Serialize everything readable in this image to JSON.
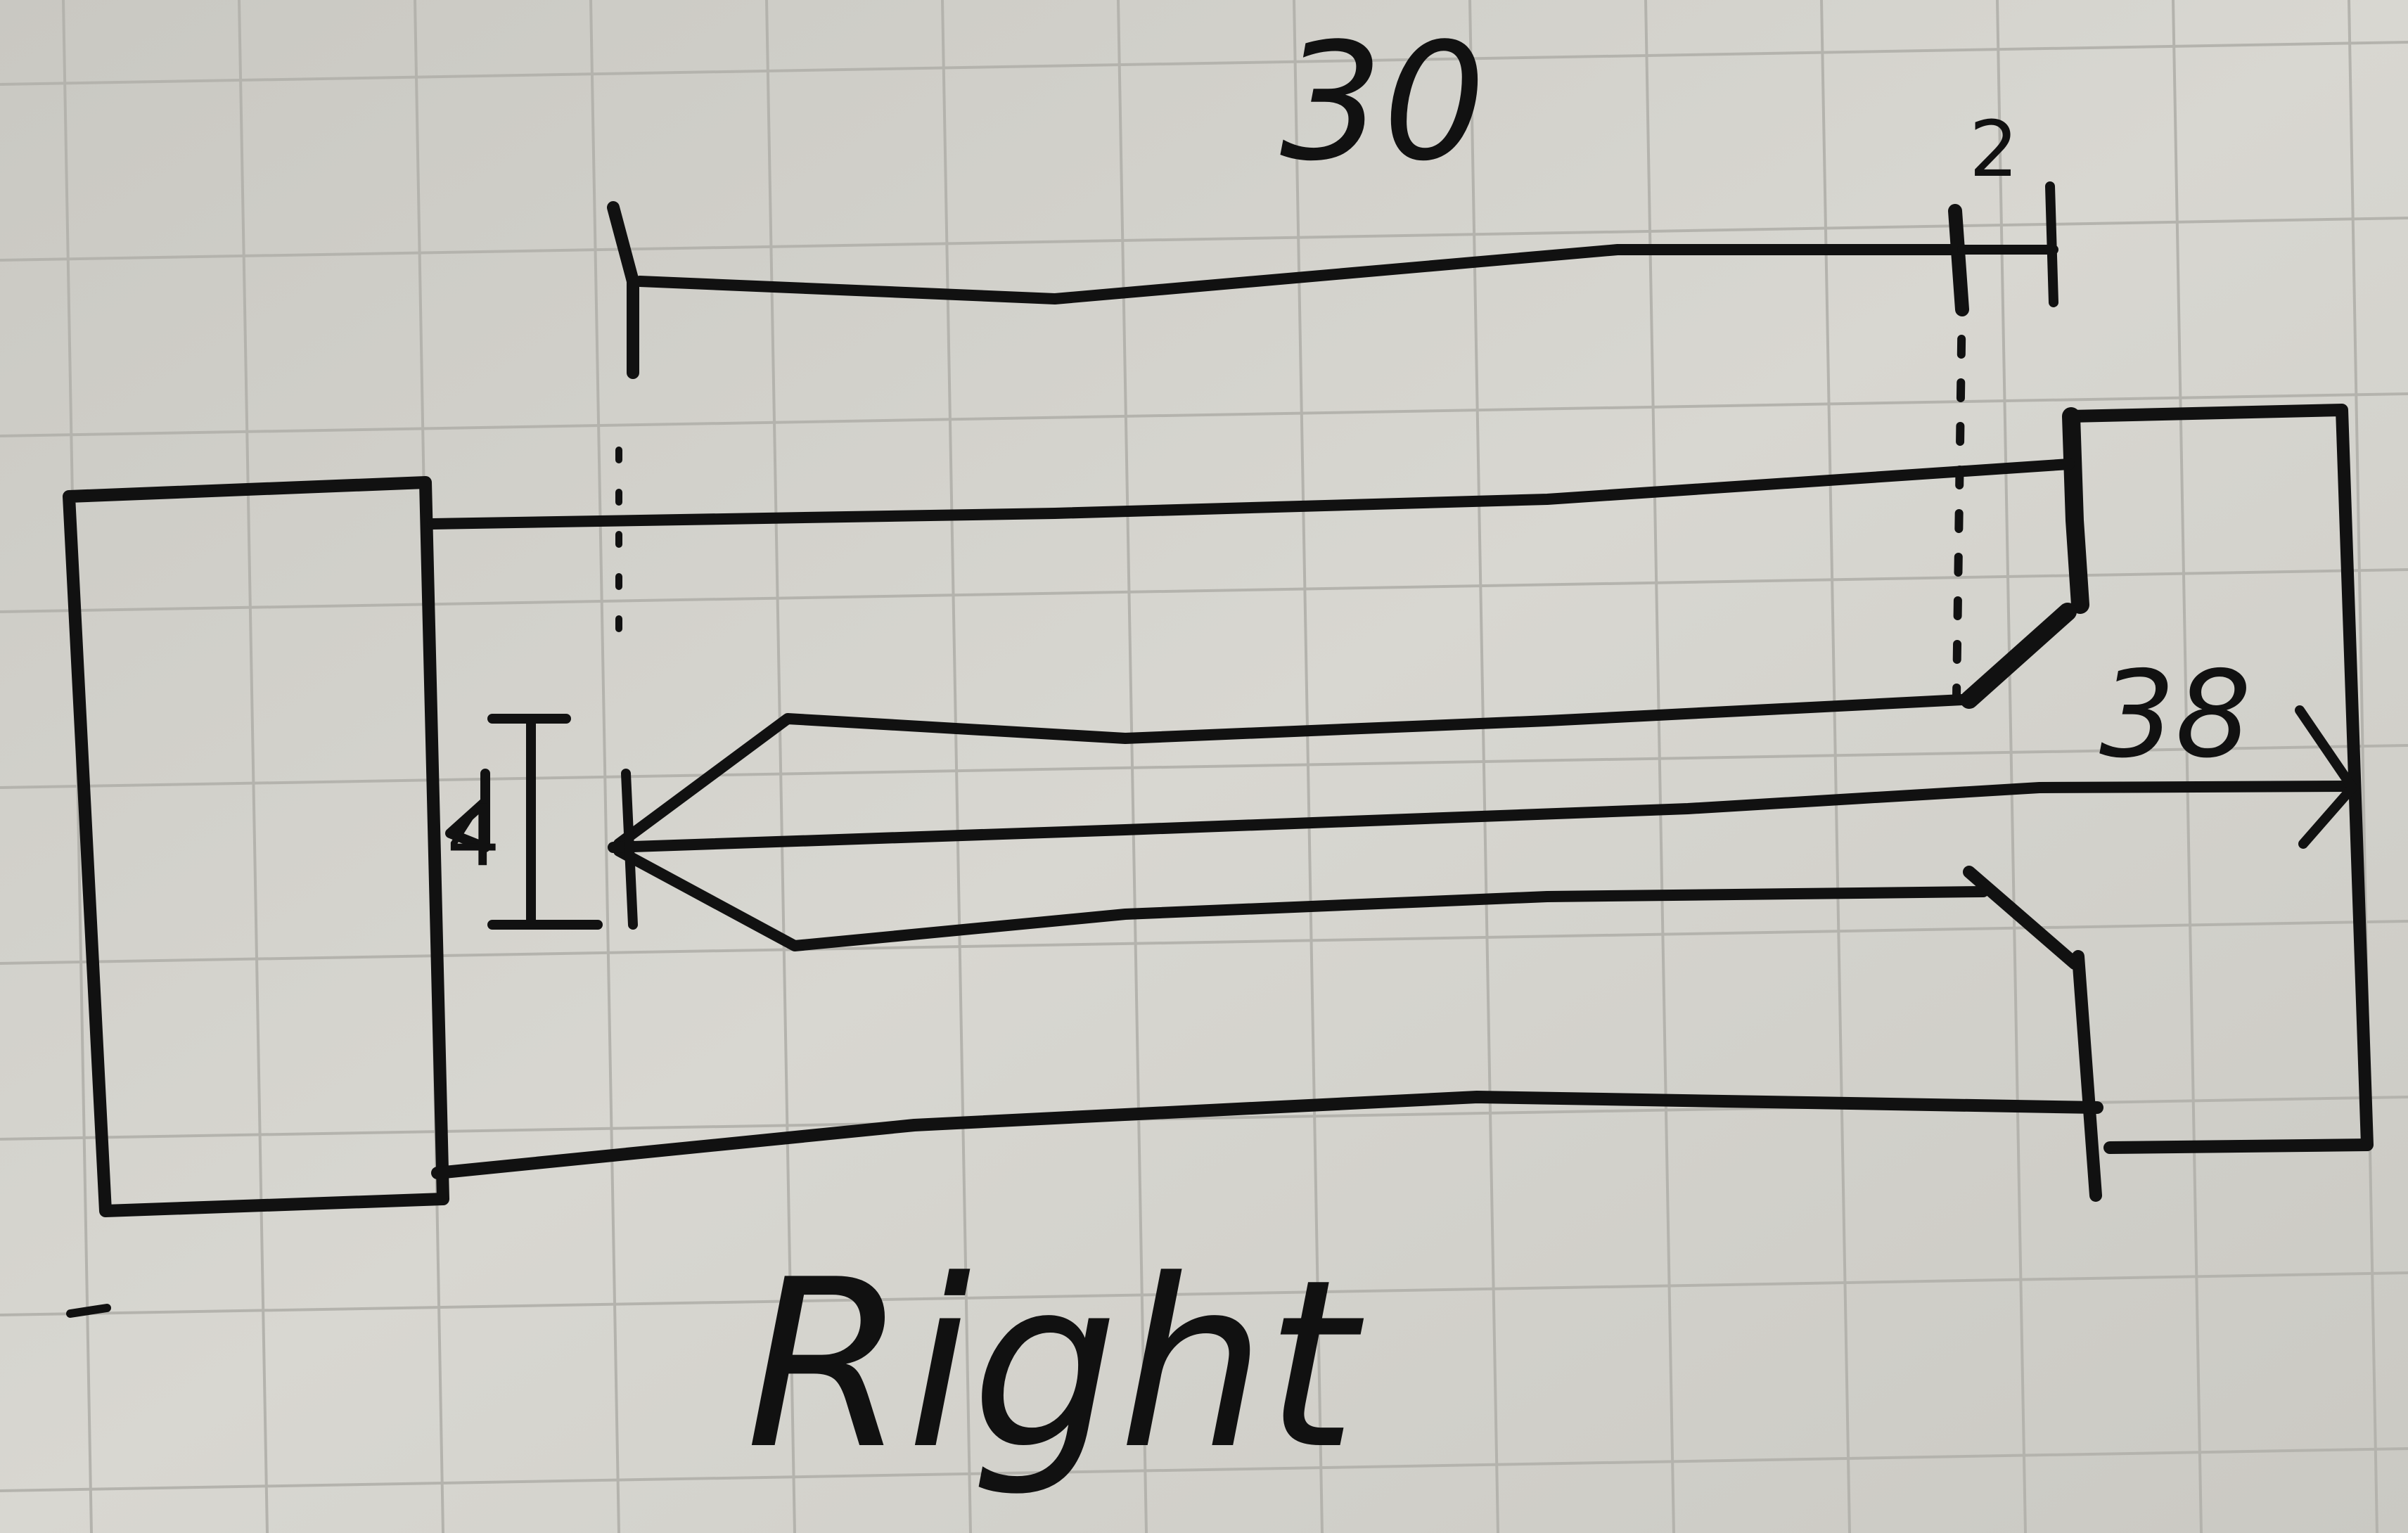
{
  "labels": {
    "overall_length": "30",
    "offset": "2",
    "inner_length": "38",
    "small_dim": "4",
    "caption": "Right"
  },
  "colors": {
    "paper": "#d3d2cc",
    "grid": "#b4b3ad",
    "ink": "#111111"
  }
}
